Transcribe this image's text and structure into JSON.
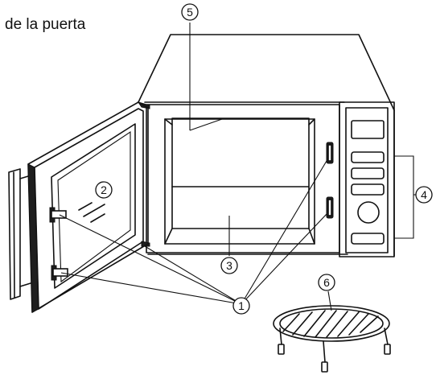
{
  "caption": "de la puerta",
  "callouts": [
    {
      "id": "1",
      "label": "1"
    },
    {
      "id": "2",
      "label": "2"
    },
    {
      "id": "3",
      "label": "3"
    },
    {
      "id": "4",
      "label": "4"
    },
    {
      "id": "5",
      "label": "5"
    },
    {
      "id": "6",
      "label": "6"
    }
  ]
}
